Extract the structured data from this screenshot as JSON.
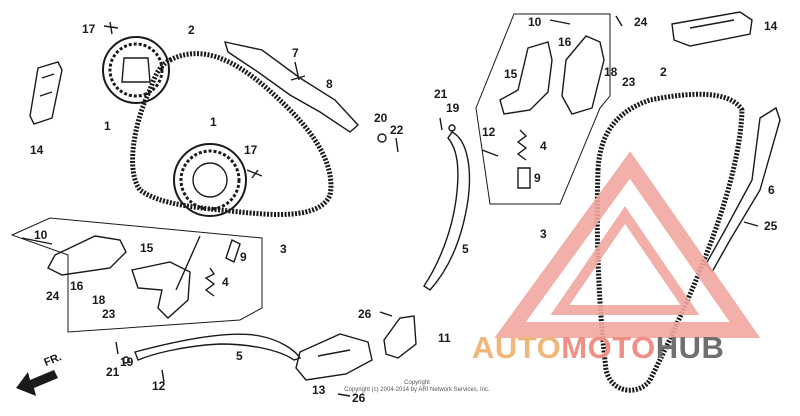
{
  "callouts": {
    "c17a": "17",
    "c2a": "2",
    "c1a": "1",
    "c14a": "14",
    "c7": "7",
    "c8": "8",
    "c1b": "1",
    "c17b": "17",
    "c20": "20",
    "c22": "22",
    "c21a": "21",
    "c19a": "19",
    "c12a": "12",
    "c10a": "10",
    "c24a": "24",
    "c16a": "16",
    "c15a": "15",
    "c18a": "18",
    "c23a": "23",
    "c4a": "4",
    "c9a": "9",
    "c3a": "3",
    "c2b": "2",
    "c14b": "14",
    "c6": "6",
    "c25": "25",
    "c5a": "5",
    "c10b": "10",
    "c15b": "15",
    "c9b": "9",
    "c3b": "3",
    "c16b": "16",
    "c24b": "24",
    "c4b": "4",
    "c18b": "18",
    "c23b": "23",
    "c26a": "26",
    "c11": "11",
    "c5b": "5",
    "c21b": "21",
    "c19b": "19",
    "c12b": "12",
    "c13": "13",
    "c26b": "26"
  },
  "front_marker": "FR.",
  "copyright": {
    "line1": "Copyright",
    "line2": "Copyright (c) 2004-2014 by ARI Network Services, Inc."
  },
  "watermark": {
    "part1": "AUTO",
    "part2": "MOTO",
    "part3": "HUB",
    "colors": {
      "part1": "#f0b77a",
      "part2": "#f08f86",
      "part3": "#6f6f6f",
      "logo": "#f2a7a0"
    }
  }
}
